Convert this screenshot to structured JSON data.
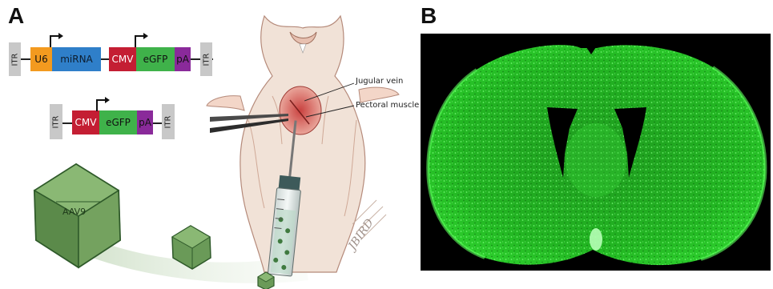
{
  "panels": {
    "a": "A",
    "b": "B"
  },
  "construct1": {
    "itr_left": "ITR",
    "u6": "U6",
    "mirna": "miRNA",
    "cmv": "CMV",
    "egfp": "eGFP",
    "pa": "pA",
    "itr_right": "ITR"
  },
  "construct2": {
    "itr_left": "ITR",
    "cmv": "CMV",
    "egfp": "eGFP",
    "pa": "pA",
    "itr_right": "ITR"
  },
  "virus_label": "AAV9",
  "callouts": {
    "jugular": "Jugular vein",
    "pectoral": "Pectoral muscle"
  },
  "signature": "JBIRD",
  "colors": {
    "u6": "#f39a1f",
    "mirna": "#2f7fc9",
    "cmv": "#c41e33",
    "egfp": "#3fb24a",
    "pa": "#8a2a9a",
    "itr": "#c8c8c8",
    "fluorescence": "#2ecc2e"
  }
}
